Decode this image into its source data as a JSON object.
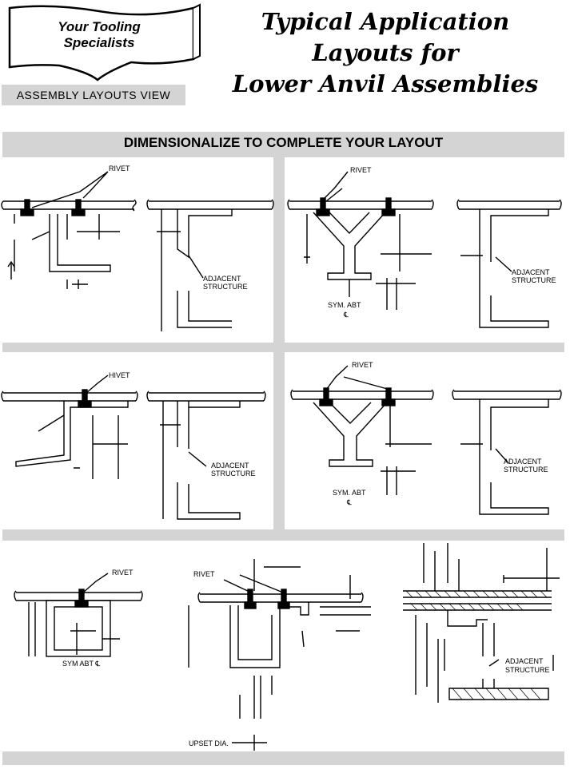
{
  "header": {
    "banner_line1": "Your Tooling",
    "banner_line2": "Specialists",
    "view_label": "ASSEMBLY  LAYOUTS  VIEW",
    "title_line1": "Typical Application",
    "title_line2": "Layouts for",
    "title_line3": "Lower Anvil Assemblies"
  },
  "section_header": "DIMENSIONALIZE TO COMPLETE YOUR LAYOUT",
  "labels": {
    "rivet": "RIVET",
    "hivet": "HIVET",
    "adjacent": "ADJACENT",
    "structure": "STRUCTURE",
    "sym_abt": "SYM. ABT",
    "sym_abt_cl": "SYM ABT ℄",
    "cl": "℄",
    "upset_dia": "UPSET DIA."
  }
}
